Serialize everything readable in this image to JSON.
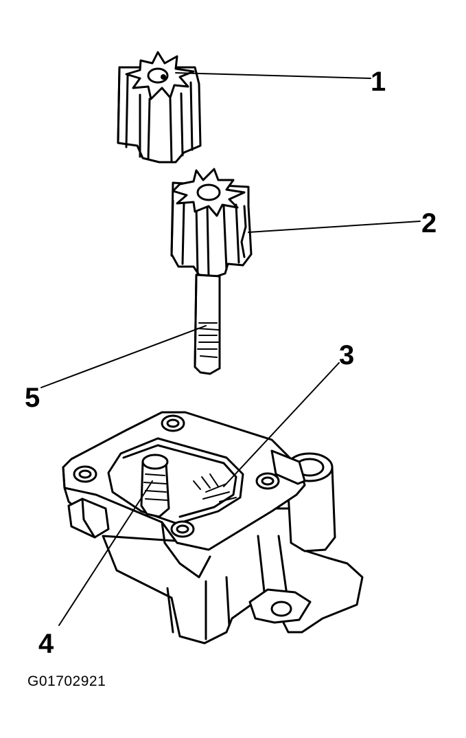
{
  "figure": {
    "code": "G01702921",
    "callouts": [
      {
        "id": "1",
        "label": "1"
      },
      {
        "id": "2",
        "label": "2"
      },
      {
        "id": "3",
        "label": "3"
      },
      {
        "id": "4",
        "label": "4"
      },
      {
        "id": "5",
        "label": "5"
      }
    ]
  }
}
